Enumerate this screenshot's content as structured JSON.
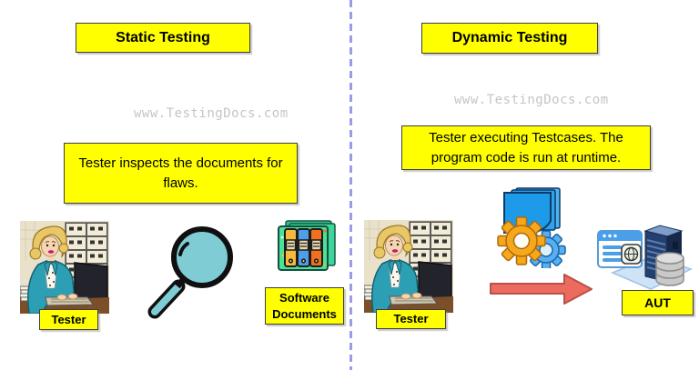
{
  "diagram": {
    "divider_style": "vertical-dashed",
    "left_panel": {
      "title": "Static Testing",
      "watermark": "www.TestingDocs.com",
      "message": "Tester inspects the documents for flaws.",
      "tester_label": "Tester",
      "documents_label": "Software Documents",
      "icons": [
        "tester-illustration",
        "magnifier-icon",
        "binders-icon"
      ]
    },
    "right_panel": {
      "title": "Dynamic Testing",
      "watermark": "www.TestingDocs.com",
      "message": "Tester executing Testcases. The program code is run at runtime.",
      "tester_label": "Tester",
      "aut_label": "AUT",
      "icons": [
        "tester-illustration",
        "gears-icon",
        "right-arrow-icon",
        "server-icon"
      ]
    },
    "colors": {
      "label_background": "#ffff00",
      "label_border": "#3f3f3f",
      "watermark_text": "#c5c5c5",
      "divider": "#9b9be8",
      "arrow": "#ed6a5e",
      "magnifier_glass": "#7fccd5",
      "folder_green": "#4ae29b",
      "binder_yellow": "#f6b93b",
      "binder_blue": "#4d9fe8",
      "binder_orange": "#f07020",
      "document_blue": "#1e9be8",
      "gear_orange": "#f6a81c",
      "gear_blue": "#58aef0",
      "server_navy": "#24406e",
      "database_gray": "#c9c9c9"
    }
  }
}
